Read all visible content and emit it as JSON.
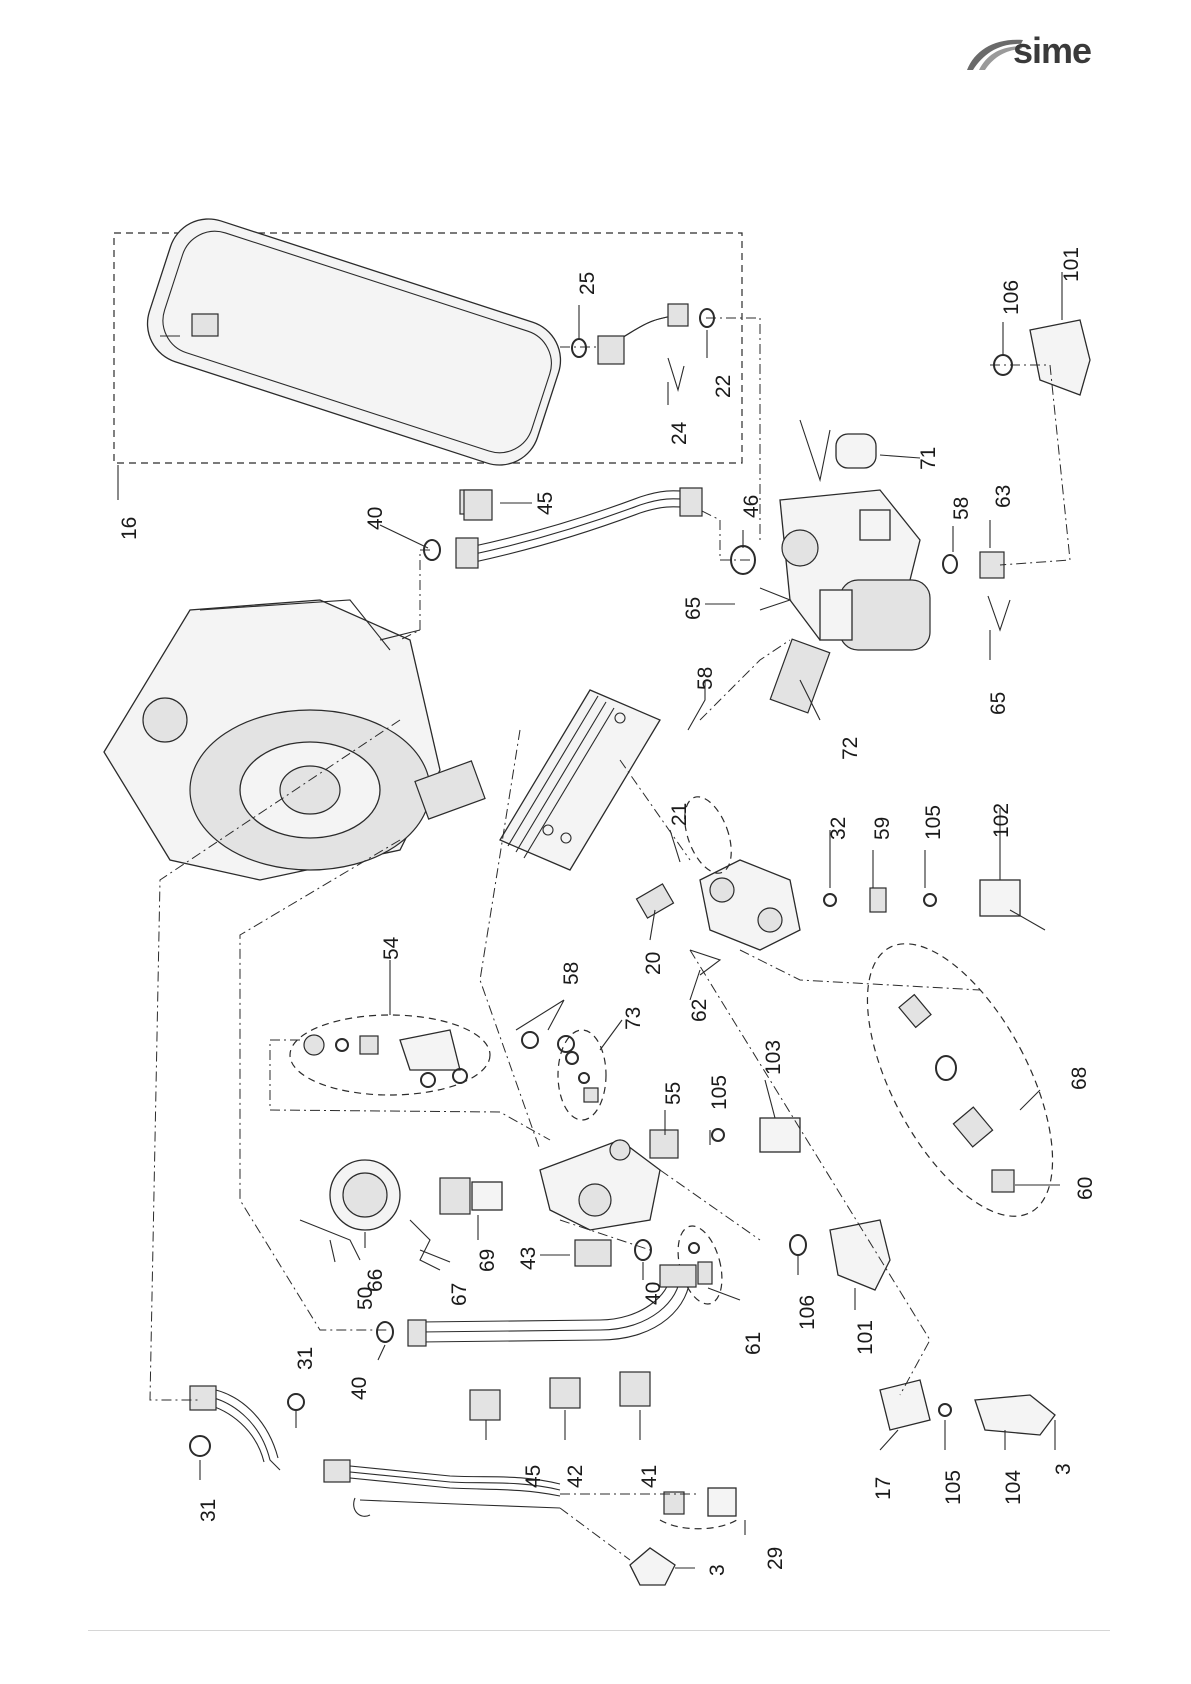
{
  "brand": {
    "name": "sime"
  },
  "labels": [
    "16",
    "25",
    "22",
    "24",
    "101",
    "106",
    "71",
    "63",
    "58",
    "46",
    "45",
    "40",
    "65",
    "65",
    "58",
    "72",
    "102",
    "105",
    "59",
    "32",
    "21",
    "20",
    "62",
    "54",
    "58",
    "73",
    "68",
    "55",
    "105",
    "103",
    "60",
    "106",
    "101",
    "43",
    "40",
    "61",
    "69",
    "66",
    "67",
    "50",
    "31",
    "40",
    "45",
    "42",
    "41",
    "17",
    "105",
    "104",
    "3",
    "31",
    "29",
    "3"
  ]
}
